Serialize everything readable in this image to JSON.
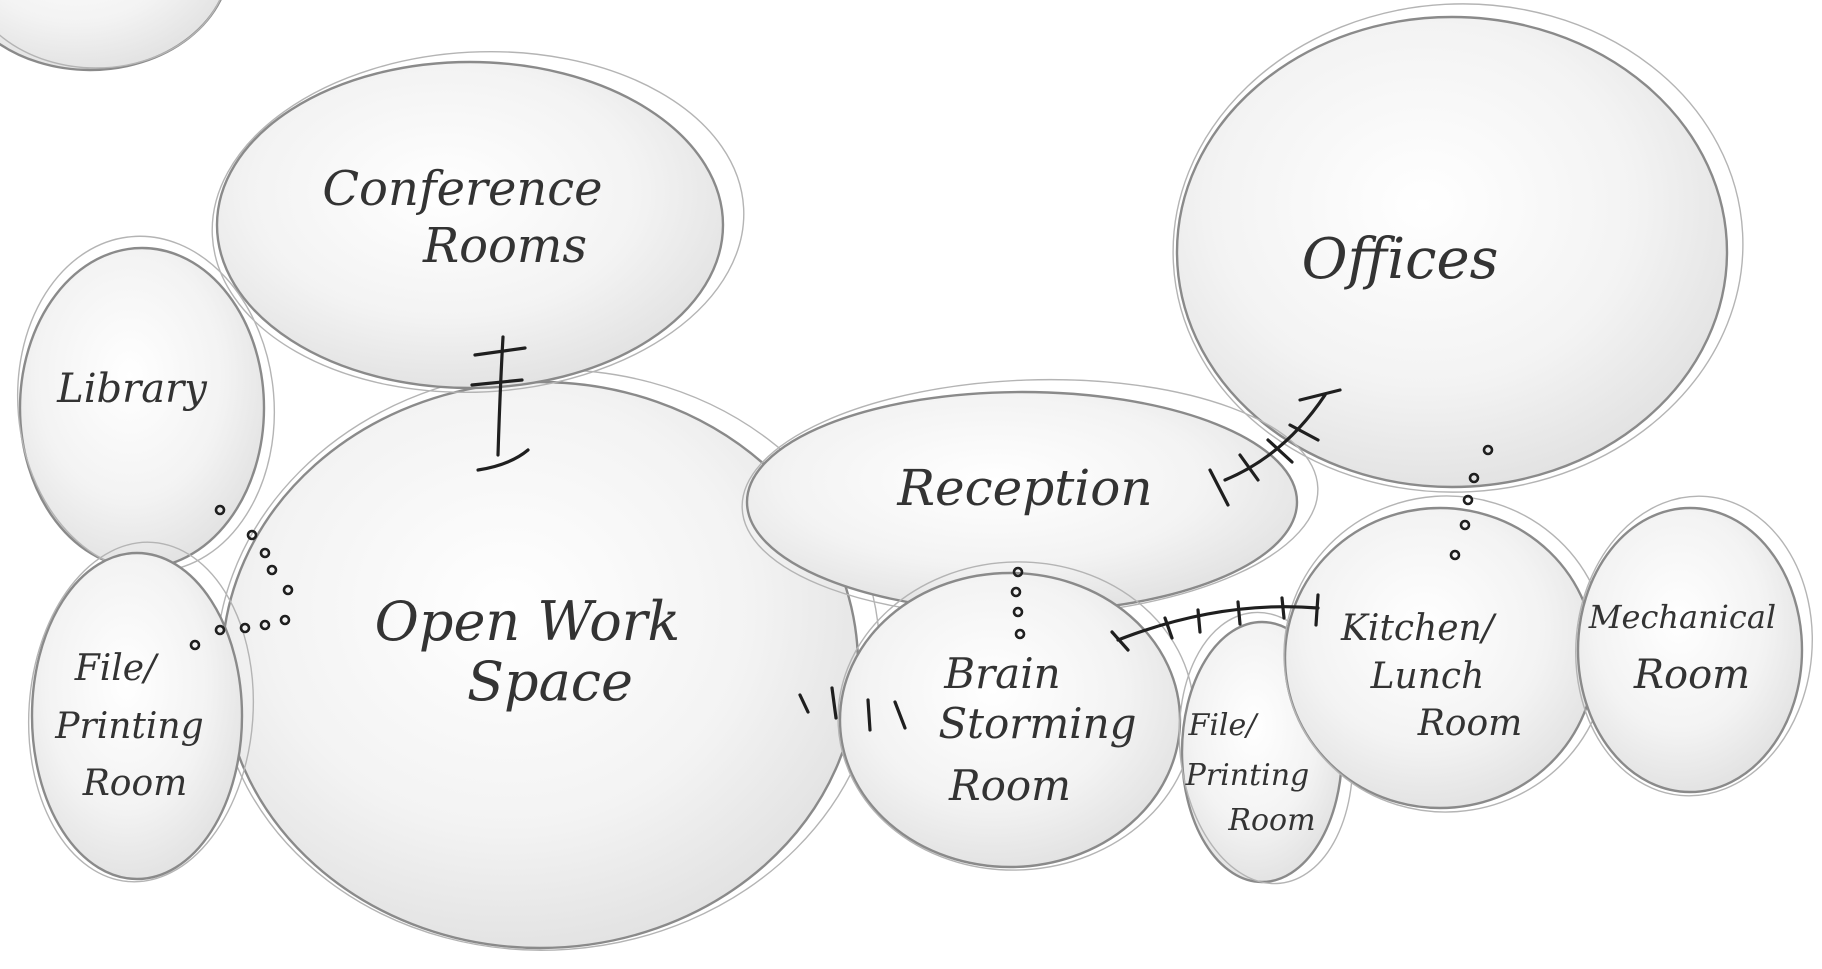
{
  "bubbles": {
    "conference": "Conference Rooms",
    "library": "Library",
    "open_work": "Open Work Space",
    "reception": "Reception",
    "offices": "Offices",
    "file_printing_left": "File/ Printing Room",
    "brainstorming": "Brain Storming Room",
    "file_printing_mid": "File/ Printing Room",
    "kitchen": "Kitchen/ Lunch Room",
    "mechanical": "Mechanical Room"
  },
  "labels": {
    "conference": [
      "Conference",
      "Rooms"
    ],
    "library": [
      "Library"
    ],
    "open_work": [
      "Open Work",
      "Space"
    ],
    "reception": [
      "Reception"
    ],
    "offices": [
      "Offices"
    ],
    "file_printing_left": [
      "File/",
      "Printing",
      "Room"
    ],
    "brainstorming": [
      "Brain",
      "Storming",
      "Room"
    ],
    "file_printing_mid": [
      "File/",
      "Printing",
      "Room"
    ],
    "kitchen": [
      "Kitchen/",
      "Lunch",
      "Room"
    ],
    "mechanical": [
      "Mechanical",
      "Room"
    ]
  },
  "connection_types": {
    "conference_open": "hatched",
    "library_open": "dotted",
    "fileleft_open": "dotted",
    "open_brainstorm": "dashed",
    "reception_brainstorm": "dotted",
    "reception_offices": "hatched",
    "brainstorm_kitchen": "hatched",
    "offices_kitchen": "dotted"
  }
}
